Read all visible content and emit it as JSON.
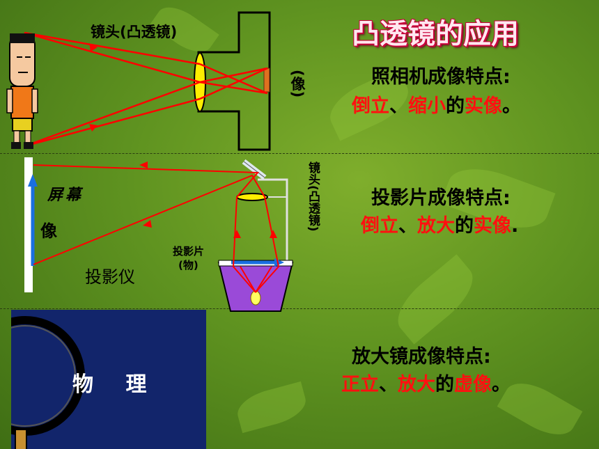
{
  "title": "凸透镜的应用",
  "camera": {
    "lens_label": "镜头(凸透镜)",
    "image_label": "(像)",
    "feature_heading": "照相机成像特点:",
    "feature_parts": [
      "倒立",
      "、",
      "缩小",
      "的",
      "实像",
      "。"
    ]
  },
  "projector": {
    "screen_label": "屏幕",
    "image_label": "像",
    "lens_label": "镜头(凸透镜)",
    "slide_label": "投影片",
    "object_label": "(物)",
    "device_label": "投影仪",
    "feature_heading": "投影片成像特点:",
    "feature_parts": [
      "倒立",
      "、",
      "放大",
      "的",
      "实像",
      "."
    ]
  },
  "magnifier": {
    "lens_text": "物 理",
    "feature_heading": "放大镜成像特点:",
    "feature_parts": [
      "正立",
      "、",
      "放大",
      "的",
      "虚像",
      "。"
    ]
  },
  "colors": {
    "ray": "#ff0000",
    "accent_red": "#ff1010",
    "title_outline": "#c8003a",
    "lens": "#ffee00",
    "panel": "#12256b"
  }
}
